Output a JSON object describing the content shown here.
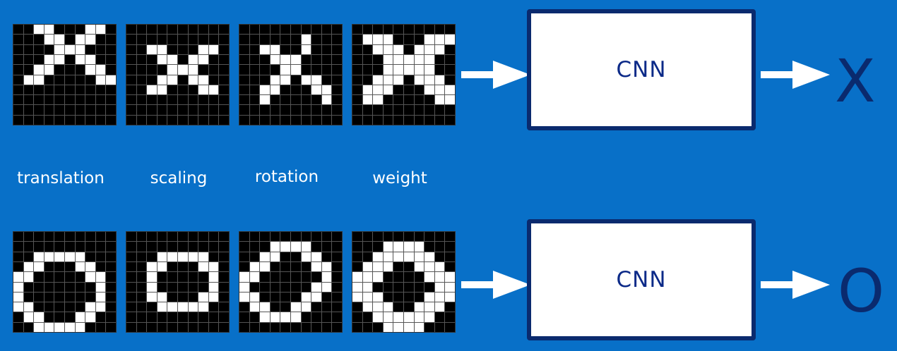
{
  "labels": {
    "translation": "translation",
    "scaling": "scaling",
    "rotation": "rotation",
    "weight": "weight"
  },
  "top": {
    "model_label": "CNN",
    "result": "X"
  },
  "bottom": {
    "model_label": "CNN",
    "result": "O"
  },
  "colors": {
    "background": "#0870c8",
    "box_border": "#0a2a6e",
    "model_text": "#0c2a88",
    "result_text": "#0a2a6e",
    "arrow": "#ffffff"
  },
  "pixel_grids": {
    "x_translation": [
      "0011000110",
      "0001101100",
      "0000111000",
      "0001101100",
      "0011000110",
      "0110000011",
      "0000000000",
      "0000000000",
      "0000000000",
      "0000000000"
    ],
    "x_scaling": [
      "0000000000",
      "0000000000",
      "0011000110",
      "0001101100",
      "0000111000",
      "0001101100",
      "0011000110",
      "0000000000",
      "0000000000",
      "0000000000"
    ],
    "x_rotation": [
      "0000000000",
      "0000001000",
      "0011001000",
      "0001110000",
      "0000110000",
      "0001101100",
      "0011000110",
      "0010000010",
      "0000000000",
      "0000000000"
    ],
    "x_weight": [
      "0000000000",
      "0111000111",
      "0011101110",
      "0001111100",
      "0001111100",
      "0011101110",
      "0111000111",
      "0110000011",
      "0000000000",
      "0000000000"
    ],
    "o_translation": [
      "0000000000",
      "0000000000",
      "0011111000",
      "0110001100",
      "1100000110",
      "1000000010",
      "1000000010",
      "1100000110",
      "0110001100",
      "0011111000"
    ],
    "o_scaling": [
      "0000000000",
      "0000000000",
      "0001111100",
      "0011000110",
      "0010000010",
      "0010000010",
      "0011000110",
      "0001111100",
      "0000000000",
      "0000000000"
    ],
    "o_rotation": [
      "0000000000",
      "0001111000",
      "0011001100",
      "0110000110",
      "1100000010",
      "1000000110",
      "1100001100",
      "0110011000",
      "0011110000",
      "0000000000"
    ],
    "o_weight": [
      "0000000000",
      "0001111000",
      "0011111100",
      "0111001110",
      "1110000111",
      "1100000011",
      "1110000111",
      "0111001110",
      "0011111100",
      "0001111000"
    ]
  }
}
